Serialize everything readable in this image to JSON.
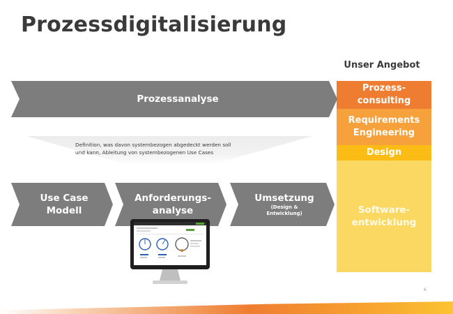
{
  "title": "Prozessdigitalisierung",
  "offer": {
    "heading": "Unser Angebot",
    "consulting": [
      "Prozess-",
      "consulting"
    ],
    "requirements": [
      "Requirements",
      "Engineering"
    ],
    "design": "Design",
    "development": [
      "Software-",
      "entwicklung"
    ],
    "colors": [
      "#ee7d31",
      "#f6a13c",
      "#fcbc16",
      "#fbd861"
    ]
  },
  "process": {
    "analysis": "Prozessanalyse",
    "description": [
      "Definition, was davon systembezogen abgedeckt werden soll",
      "und kann, Ableitung von systembezogenen Use Cases"
    ],
    "steps": [
      {
        "lines": [
          "Use Case",
          "Modell"
        ]
      },
      {
        "lines": [
          "Anforderungs-",
          "analyse"
        ]
      },
      {
        "lines": [
          "Umsetzung"
        ],
        "sub": [
          "(Design &",
          "Entwicklung)"
        ]
      }
    ]
  },
  "page_number": "6"
}
